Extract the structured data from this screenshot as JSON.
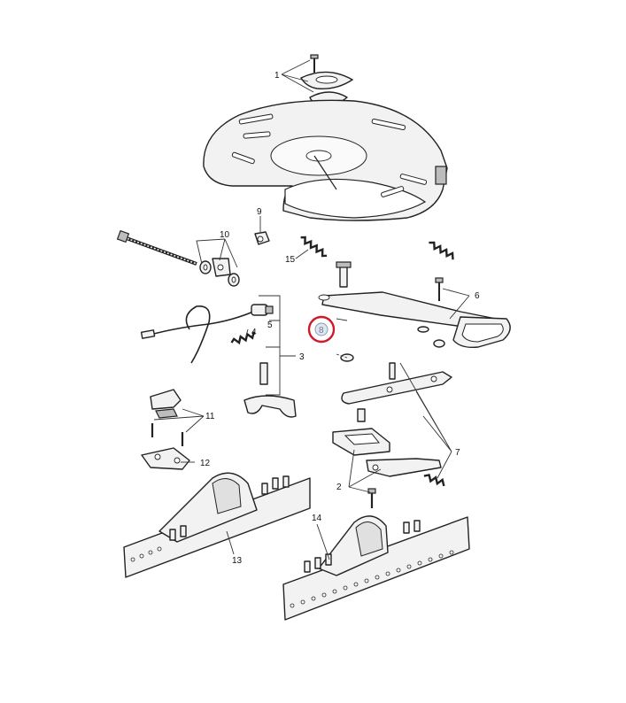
{
  "callouts": {
    "c1": "1",
    "c2": "2",
    "c3": "3",
    "c4": "4",
    "c5": "5",
    "c6": "6",
    "c7": "7",
    "c8": "8",
    "c9": "9",
    "c10": "10",
    "c11": "11",
    "c12": "12",
    "c13": "13",
    "c14": "14",
    "c15": "15"
  },
  "highlight": {
    "label": "8",
    "color": "#d0192a"
  }
}
